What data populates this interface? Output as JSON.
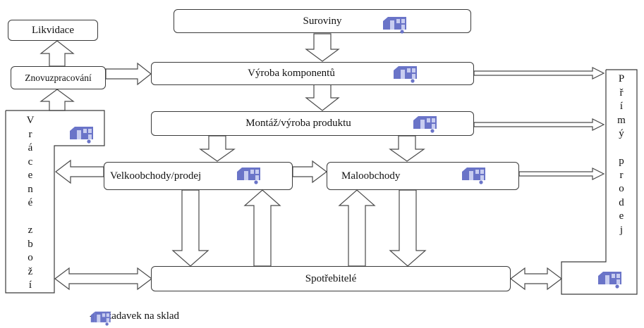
{
  "nodes": {
    "suroviny": "Suroviny",
    "vyroba_komponentu": "Výroba komponentů",
    "montaz": "Montáž/výroba produktu",
    "velkoobchody": "Velkoobchody/prodej",
    "maloobchody": "Maloobchody",
    "spotrebitele": "Spotřebitelé",
    "likvidace": "Likvidace",
    "znovuzpracovani": "Znovuzpracování",
    "vracene_zbozi": [
      "V",
      "r",
      "á",
      "c",
      "e",
      "n",
      "é",
      "",
      "z",
      "b",
      "o",
      "ž",
      "í"
    ],
    "primy_prodej": [
      "P",
      "ř",
      "í",
      "m",
      "ý",
      "",
      "p",
      "r",
      "o",
      "d",
      "e",
      "j"
    ]
  },
  "legend": {
    "icon": "warehouse-icon",
    "text": "- Požadavek na sklad"
  },
  "colors": {
    "icon_fill": "#6a74c8",
    "icon_light": "#c8cdf0",
    "border": "#3a3a3a"
  }
}
